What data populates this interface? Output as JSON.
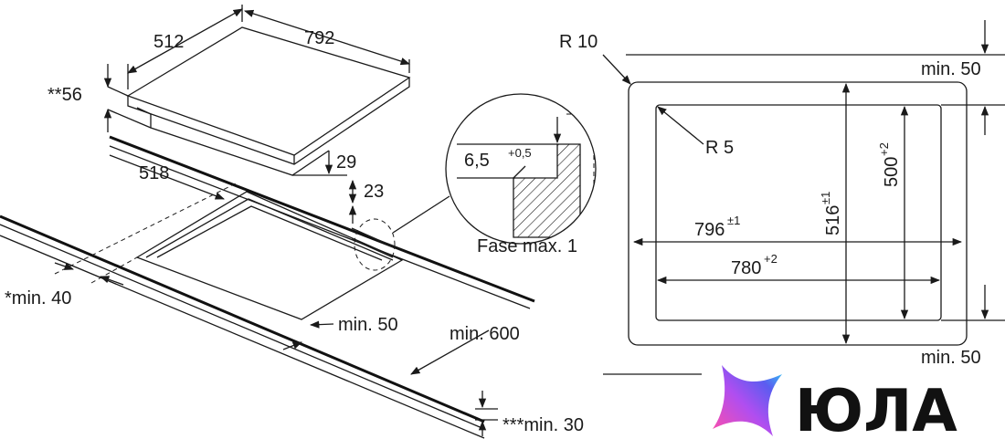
{
  "drawing": {
    "hob_width": "792",
    "hob_depth": "512",
    "note_56": "**56",
    "dim_29": "29",
    "dim_23": "23",
    "dim_518": "518",
    "min_40": "*min. 40",
    "min_50_front": "min. 50",
    "min_600": "min. 600",
    "min_30": "***min. 30",
    "bevel_value": "6,5",
    "bevel_tol": "+0,5",
    "bevel_note": "Fase max. 1"
  },
  "cutout": {
    "r10": "R 10",
    "r5": "R 5",
    "min_50_top": "min. 50",
    "min_50_bottom": "min. 50",
    "w796": "796",
    "w796_tol": "±1",
    "w780": "780",
    "w780_tol": "+2",
    "h516": "516",
    "h516_tol": "±1",
    "h500": "500",
    "h500_tol": "+2"
  },
  "logo": {
    "text": "ЮЛА",
    "colors": [
      "#2fd3f5",
      "#5b5cf0",
      "#b04ef0",
      "#ff4fa8"
    ]
  }
}
